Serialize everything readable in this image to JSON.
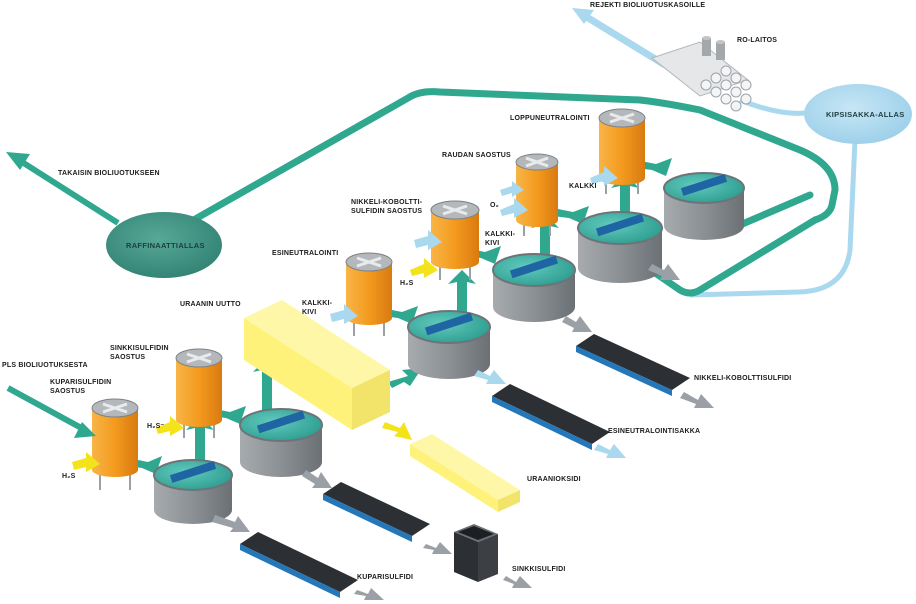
{
  "labels": {
    "rejekti": "REJEKTI BIOLIUOTUSKASOILLE",
    "ro_laitos": "RO-LAITOS",
    "kipsisakka": "KIPSISAKKA-ALLAS",
    "loppuneutralointi": "LOPPUNEUTRALOINTI",
    "raudan_saostus": "RAUDAN SAOSTUS",
    "takaisin": "TAKAISIN BIOLIUOTUKSEEN",
    "nikkeli_line1": "NIKKELI-KOBOLTTI-",
    "nikkeli_line2": "SULFIDIN SAOSTUS",
    "kalkki_top": "KALKKI",
    "o2": "O₂",
    "kalkki_line1": "KALKKI-",
    "kivi": "KIVI",
    "raffinaatti": "RAFFINAATTIALLAS",
    "esineutralointi": "ESINEUTRALOINTI",
    "h2s": "H₂S",
    "h2s_minus": "H₂S⁻",
    "uraanin_uutto": "URAANIN UUTTO",
    "pls": "PLS BIOLIUOTUKSESTA",
    "sinkki_line1": "SINKKISULFIDIN",
    "sinkki_line2": "SAOSTUS",
    "kupari_line1": "KUPARISULFIDIN",
    "kupari_line2": "SAOSTUS",
    "nikkeli_product": "NIKKELI-KOBOLTTISULFIDI",
    "esineutralointisakka": "ESINEUTRALOINTISAKKA",
    "uraanioksidi": "URAANIOKSIDI",
    "kuparisulfidi": "KUPARISULFIDI",
    "sinkkisulfidi": "SINKKISULFIDI"
  },
  "colors": {
    "pipe": "#2fa88f",
    "tank_orange": "#f39a1e",
    "thickener_water": "#3fb3a6",
    "thickener_body": "#8b9094",
    "conveyor_belt": "#2c2f33",
    "conveyor_frame": "#2477b8",
    "uranium_block": "#fff27a",
    "light_blue": "#a9d8ef",
    "yellow_arrow": "#f4e21a",
    "grey_arrow": "#9aa0a6",
    "pond": "#3a8f80"
  }
}
